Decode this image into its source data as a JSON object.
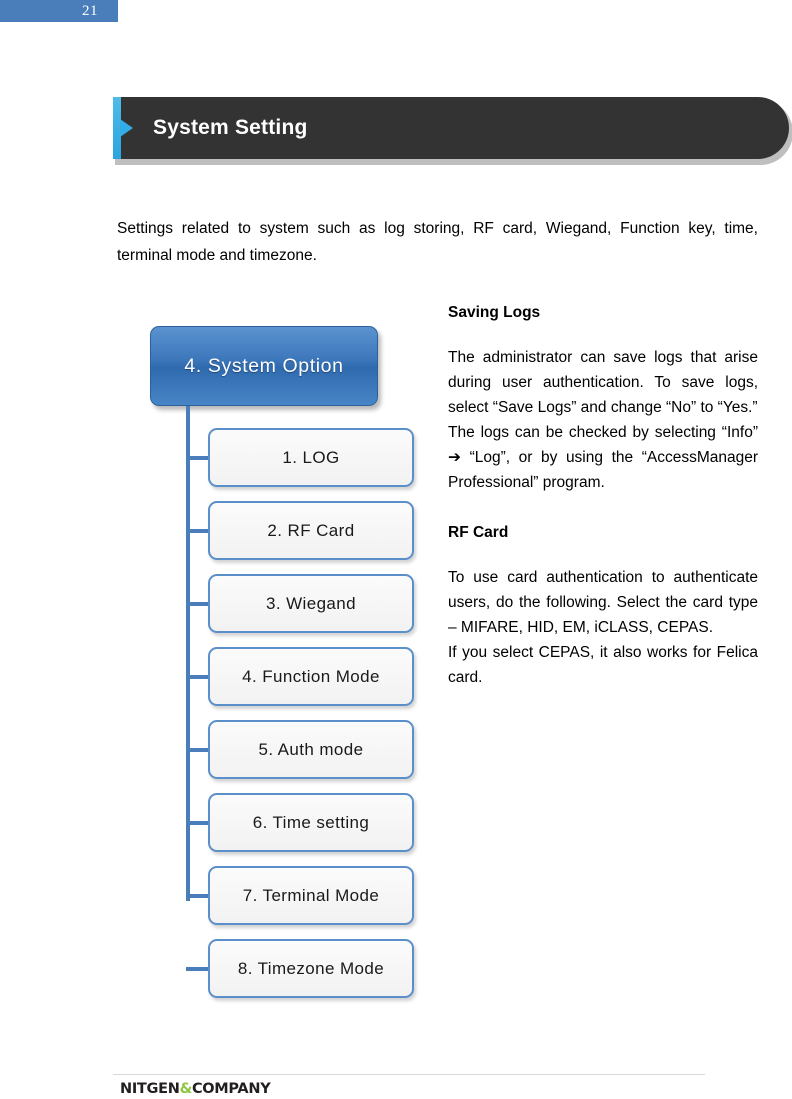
{
  "page": {
    "number": "21"
  },
  "banner": {
    "title": "System Setting",
    "arrow_icon": "triangle-right-icon",
    "stripe_color": "#32ADE6",
    "background_color": "#333333"
  },
  "intro": {
    "text": "Settings related to system such as log storing, RF card, Wiegand, Function key, time, terminal mode and timezone."
  },
  "diagram": {
    "root": {
      "label": "4. System Option",
      "color": "#3d77bb"
    },
    "children": [
      {
        "label": "1. LOG"
      },
      {
        "label": "2. RF Card"
      },
      {
        "label": "3. Wiegand"
      },
      {
        "label": "4. Function Mode"
      },
      {
        "label": "5. Auth mode"
      },
      {
        "label": "6. Time setting"
      },
      {
        "label": "7. Terminal Mode"
      },
      {
        "label": "8. Timezone Mode"
      }
    ]
  },
  "sections": [
    {
      "heading": "Saving Logs",
      "paragraphs": [
        "The administrator can save logs that arise during user authentication. To save logs, select “Save Logs” and change “No” to “Yes.”",
        "The logs can be checked by selecting “Info” ➔ “Log”, or by using the “AccessManager Professional” program."
      ]
    },
    {
      "heading": "RF Card",
      "paragraphs": [
        "To use card authentication to authenticate users, do the following. Select the card type – MIFARE, HID, EM, iCLASS, CEPAS.",
        "If you select CEPAS, it also works for Felica card."
      ]
    }
  ],
  "footer": {
    "logo_prefix": "NITGEN",
    "logo_amp": "&",
    "logo_suffix": "COMPANY",
    "amp_color": "#8DC63F"
  }
}
